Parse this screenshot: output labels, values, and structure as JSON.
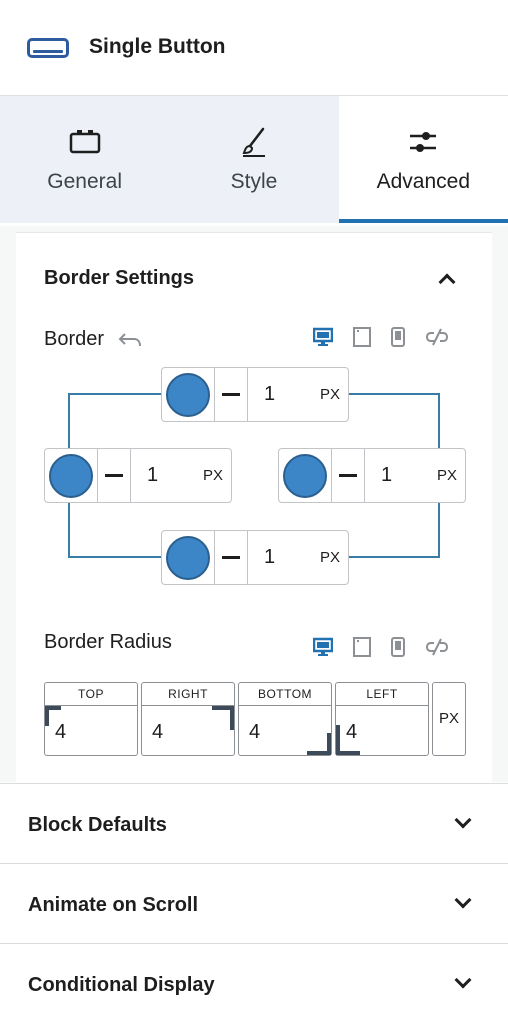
{
  "header": {
    "title": "Single Button",
    "icon": "button-icon"
  },
  "tabs": [
    {
      "label": "General",
      "icon": "general-icon"
    },
    {
      "label": "Style",
      "icon": "brush-icon"
    },
    {
      "label": "Advanced",
      "icon": "sliders-icon",
      "active": true
    }
  ],
  "border_settings": {
    "title": "Border Settings",
    "border_label": "Border",
    "border": {
      "top": {
        "value": "1",
        "unit": "PX"
      },
      "left": {
        "value": "1",
        "unit": "PX"
      },
      "right": {
        "value": "1",
        "unit": "PX"
      },
      "bottom": {
        "value": "1",
        "unit": "PX"
      },
      "color": "#3c86c8"
    },
    "radius_label": "Border Radius",
    "radius": {
      "top": {
        "label": "TOP",
        "value": "4"
      },
      "right": {
        "label": "RIGHT",
        "value": "4"
      },
      "bottom": {
        "label": "BOTTOM",
        "value": "4"
      },
      "left": {
        "label": "LEFT",
        "value": "4"
      },
      "unit": "PX"
    }
  },
  "accordions": [
    {
      "title": "Block Defaults"
    },
    {
      "title": "Animate on Scroll"
    },
    {
      "title": "Conditional Display"
    }
  ],
  "colors": {
    "accent": "#2271b1",
    "tab_bg": "#edf1f7"
  }
}
